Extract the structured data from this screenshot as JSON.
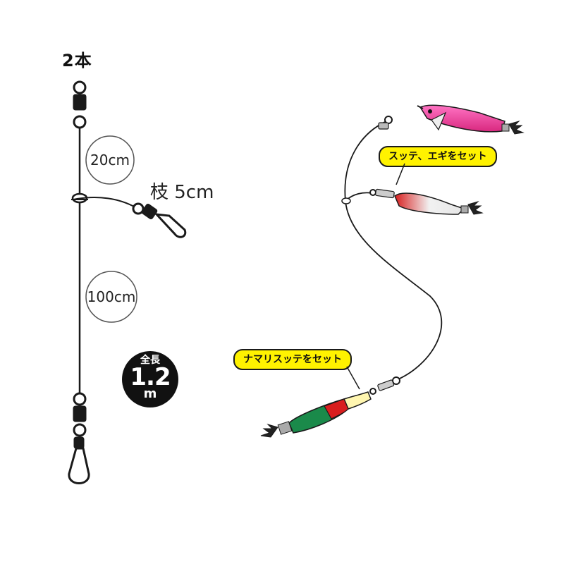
{
  "rig": {
    "count_label": "2本",
    "upper_length": "20cm",
    "branch_length": "枝 5cm",
    "lower_length": "100cm",
    "total": {
      "label": "全長",
      "value": "1.2",
      "unit": "m"
    }
  },
  "callouts": {
    "top": "スッテ、エギをセット",
    "bottom": "ナマリスッテをセット"
  },
  "colors": {
    "line": "#1a1a1a",
    "callout_bg": "#fff200",
    "egi_pink": "#e83e9c",
    "sutte_red": "#d81e1e",
    "sutte_green": "#1a8a4a"
  },
  "icons": [
    "swivel-icon",
    "snap-icon",
    "egi-lure-icon",
    "sutte-lure-icon",
    "weighted-sutte-icon"
  ]
}
